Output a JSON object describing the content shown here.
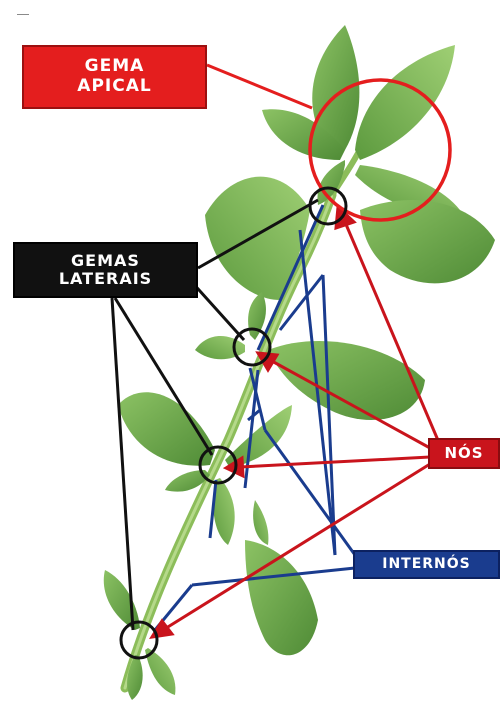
{
  "labels": {
    "apical_line1": "GEMA",
    "apical_line2": "APICAL",
    "laterais_line1": "GEMAS",
    "laterais_line2": "LATERAIS",
    "nos": "NÓS",
    "internos": "INTERNÓS"
  },
  "colors": {
    "apical": "#e41e1e",
    "laterais": "#111111",
    "nos": "#c9141c",
    "internos": "#1a3c8e",
    "leaf": "#6fa84a",
    "stem": "#8cbd5a"
  }
}
